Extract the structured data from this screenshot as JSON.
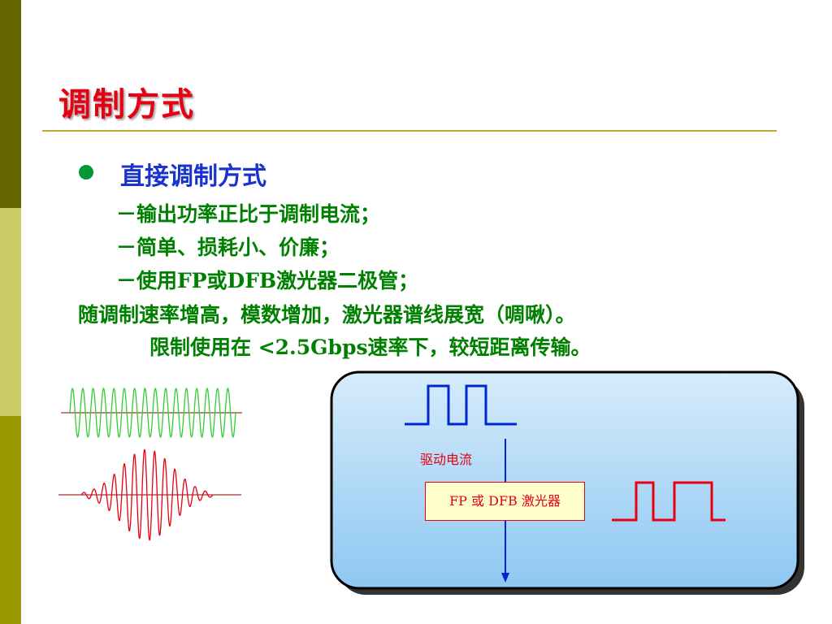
{
  "slide": {
    "title": "调制方式",
    "heading": "直接调制方式",
    "lines": [
      "－输出功率正比于调制电流；",
      "－简单、损耗小、价廉；",
      "－使用FP或DFB激光器二极管；",
      "随调制速率增高，模数增加，激光器谱线展宽（啁啾）。",
      "限制使用在 <2.5Gbps速率下，较短距离传输。"
    ]
  },
  "diagram": {
    "drive_current_label": "驱动电流",
    "laser_label": "FP 或 DFB 激光器"
  },
  "colors": {
    "title": "#e60012",
    "heading": "#1a33cc",
    "body_text": "#008000",
    "sidebar_dark": "#666600",
    "sidebar_light": "#cccc66",
    "sidebar_mid": "#999900",
    "rule": "#b8b02e",
    "bullet": "#009933",
    "panel_fill": "#b3d9f7",
    "pulse_blue": "#0026cc",
    "pulse_red": "#e60012",
    "wave_green": "#33cc33",
    "wave_red": "#e60012"
  }
}
